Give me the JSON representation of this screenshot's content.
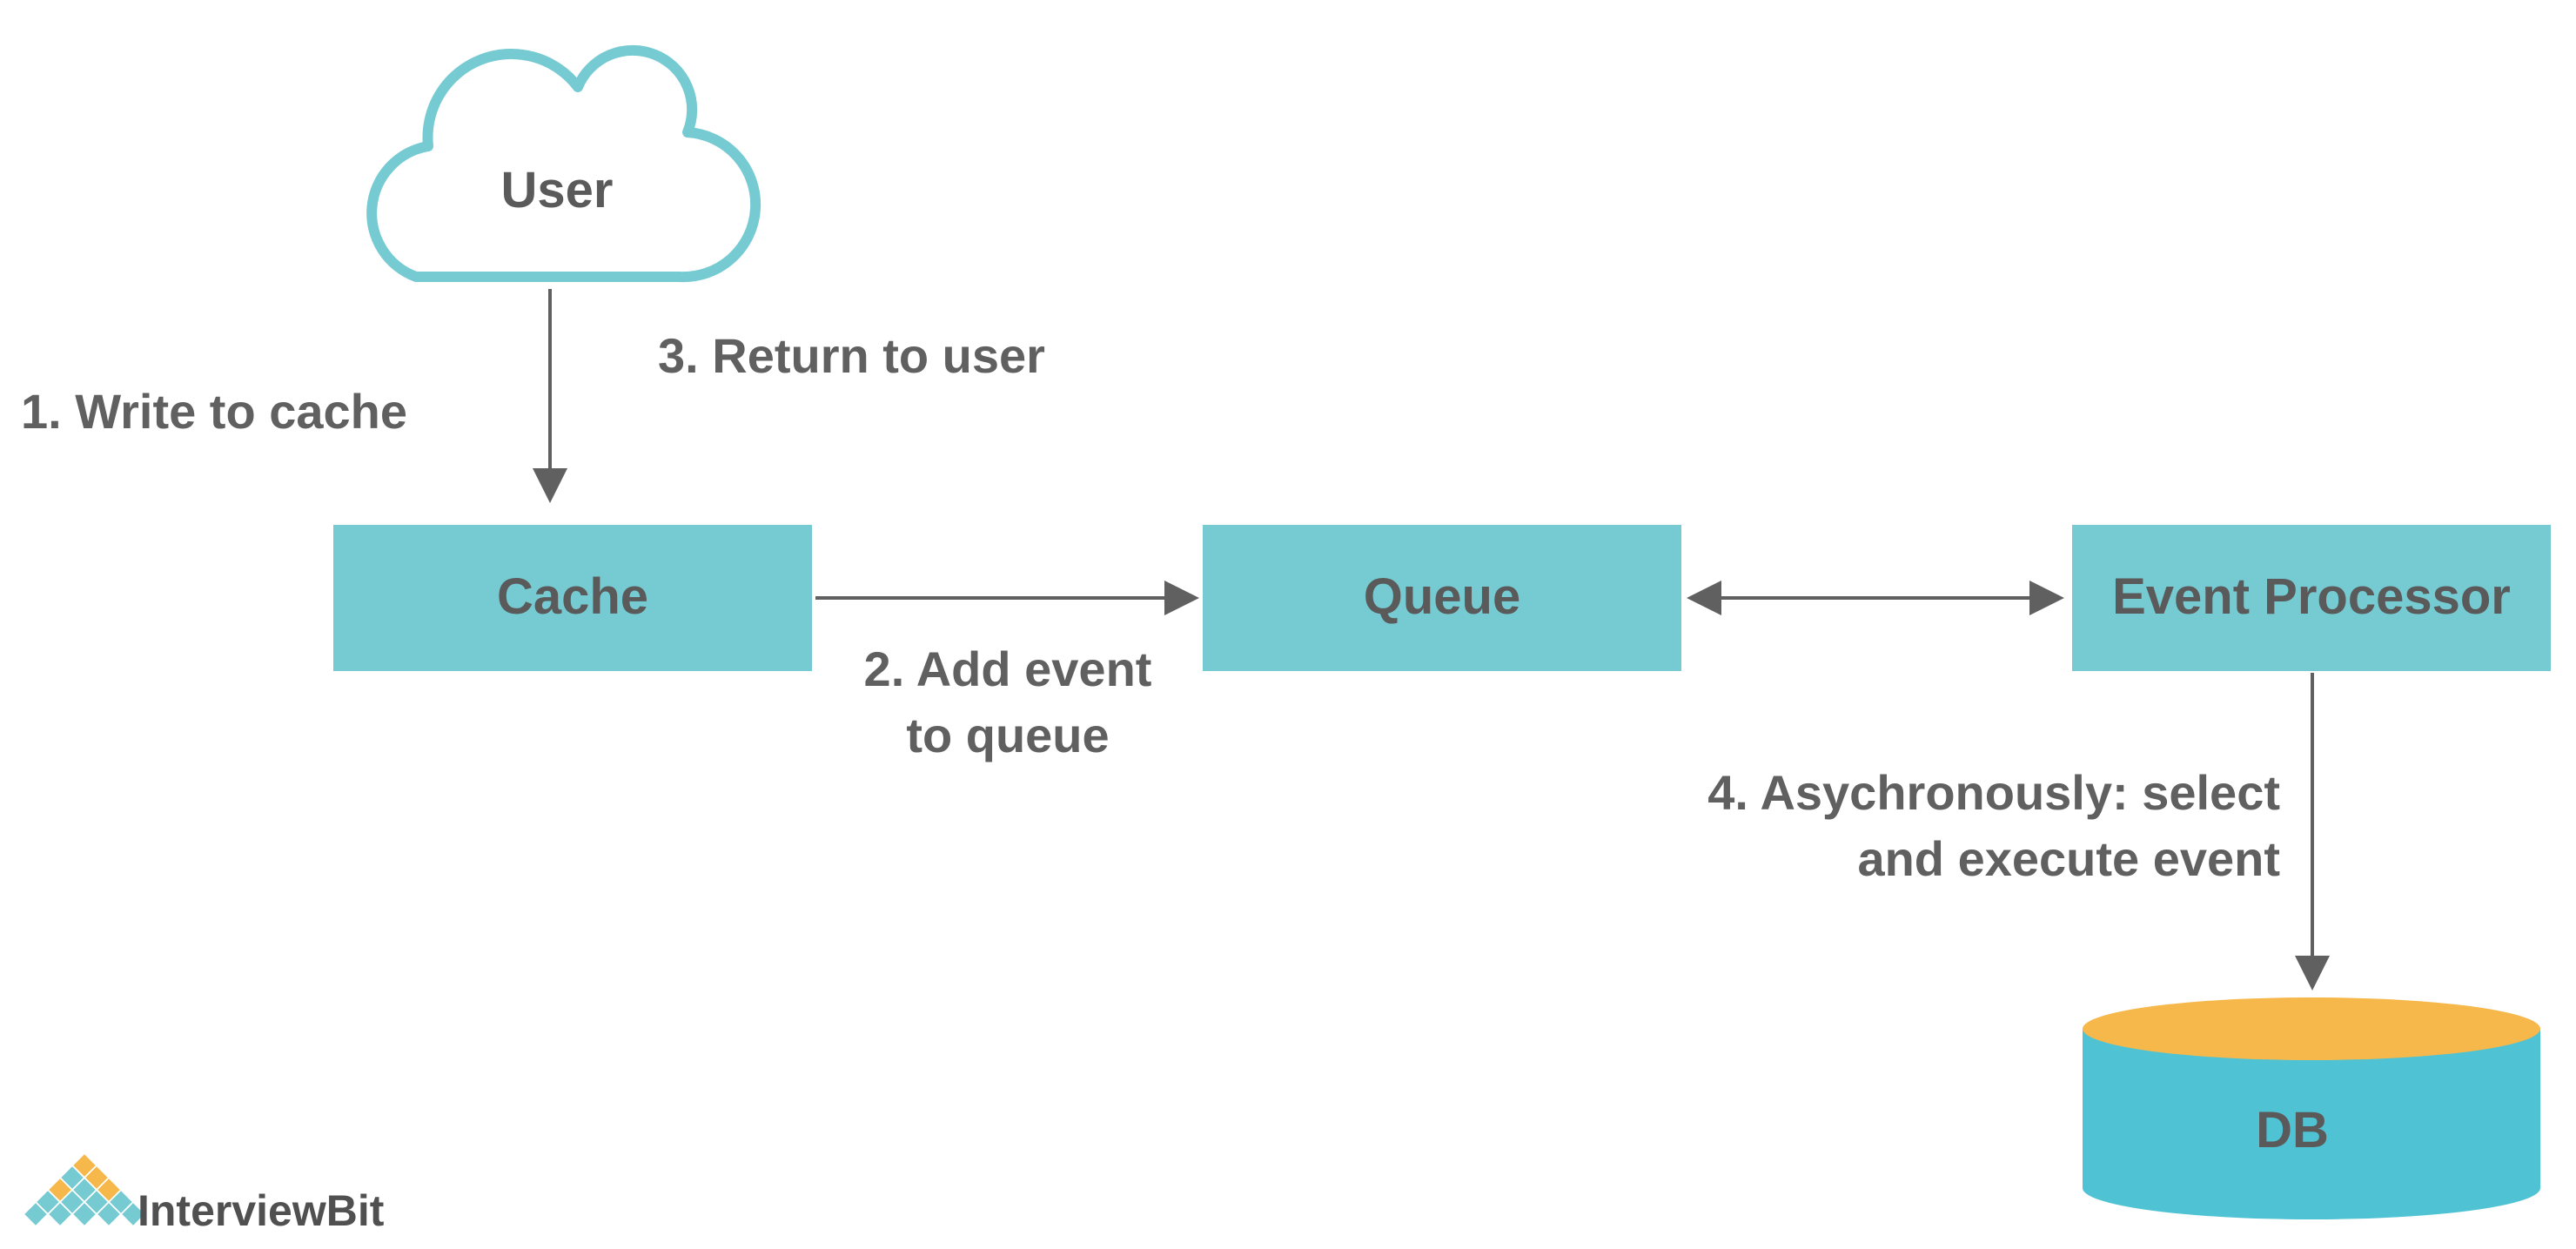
{
  "nodes": {
    "user": "User",
    "cache": "Cache",
    "queue": "Queue",
    "processor": "Event Processor",
    "db": "DB"
  },
  "steps": {
    "write_cache": "1. Write to cache",
    "return_user": "3. Return to user",
    "add_event_line1": "2. Add event",
    "add_event_line2": "to queue",
    "async_line1": "4. Asychronously: select",
    "async_line2": "and execute event"
  },
  "logo": {
    "text": "InterviewBit"
  },
  "colors": {
    "box": "#76cbd2",
    "cloud_stroke": "#76cbd2",
    "arrow": "#606060",
    "db_body": "#4fc3d4",
    "db_top": "#f7b84b",
    "text": "#5a5a5a"
  }
}
